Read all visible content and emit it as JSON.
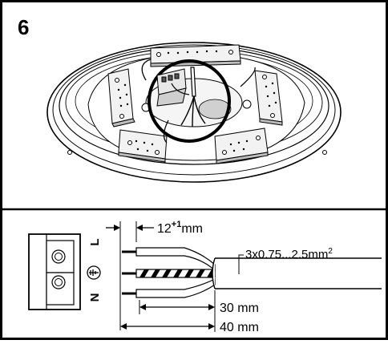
{
  "step_number": "6",
  "wiring": {
    "terminal_labels": {
      "live": "L",
      "neutral": "N"
    },
    "strip_length": "12",
    "strip_tolerance": "+1",
    "strip_unit": "mm",
    "cable_spec": "3x0.75...2.5mm",
    "cable_spec_superscript": "2",
    "inner_length": "30 mm",
    "outer_length": "40 mm"
  },
  "icons": [
    "ground-symbol-icon",
    "screw-terminal-icon"
  ]
}
